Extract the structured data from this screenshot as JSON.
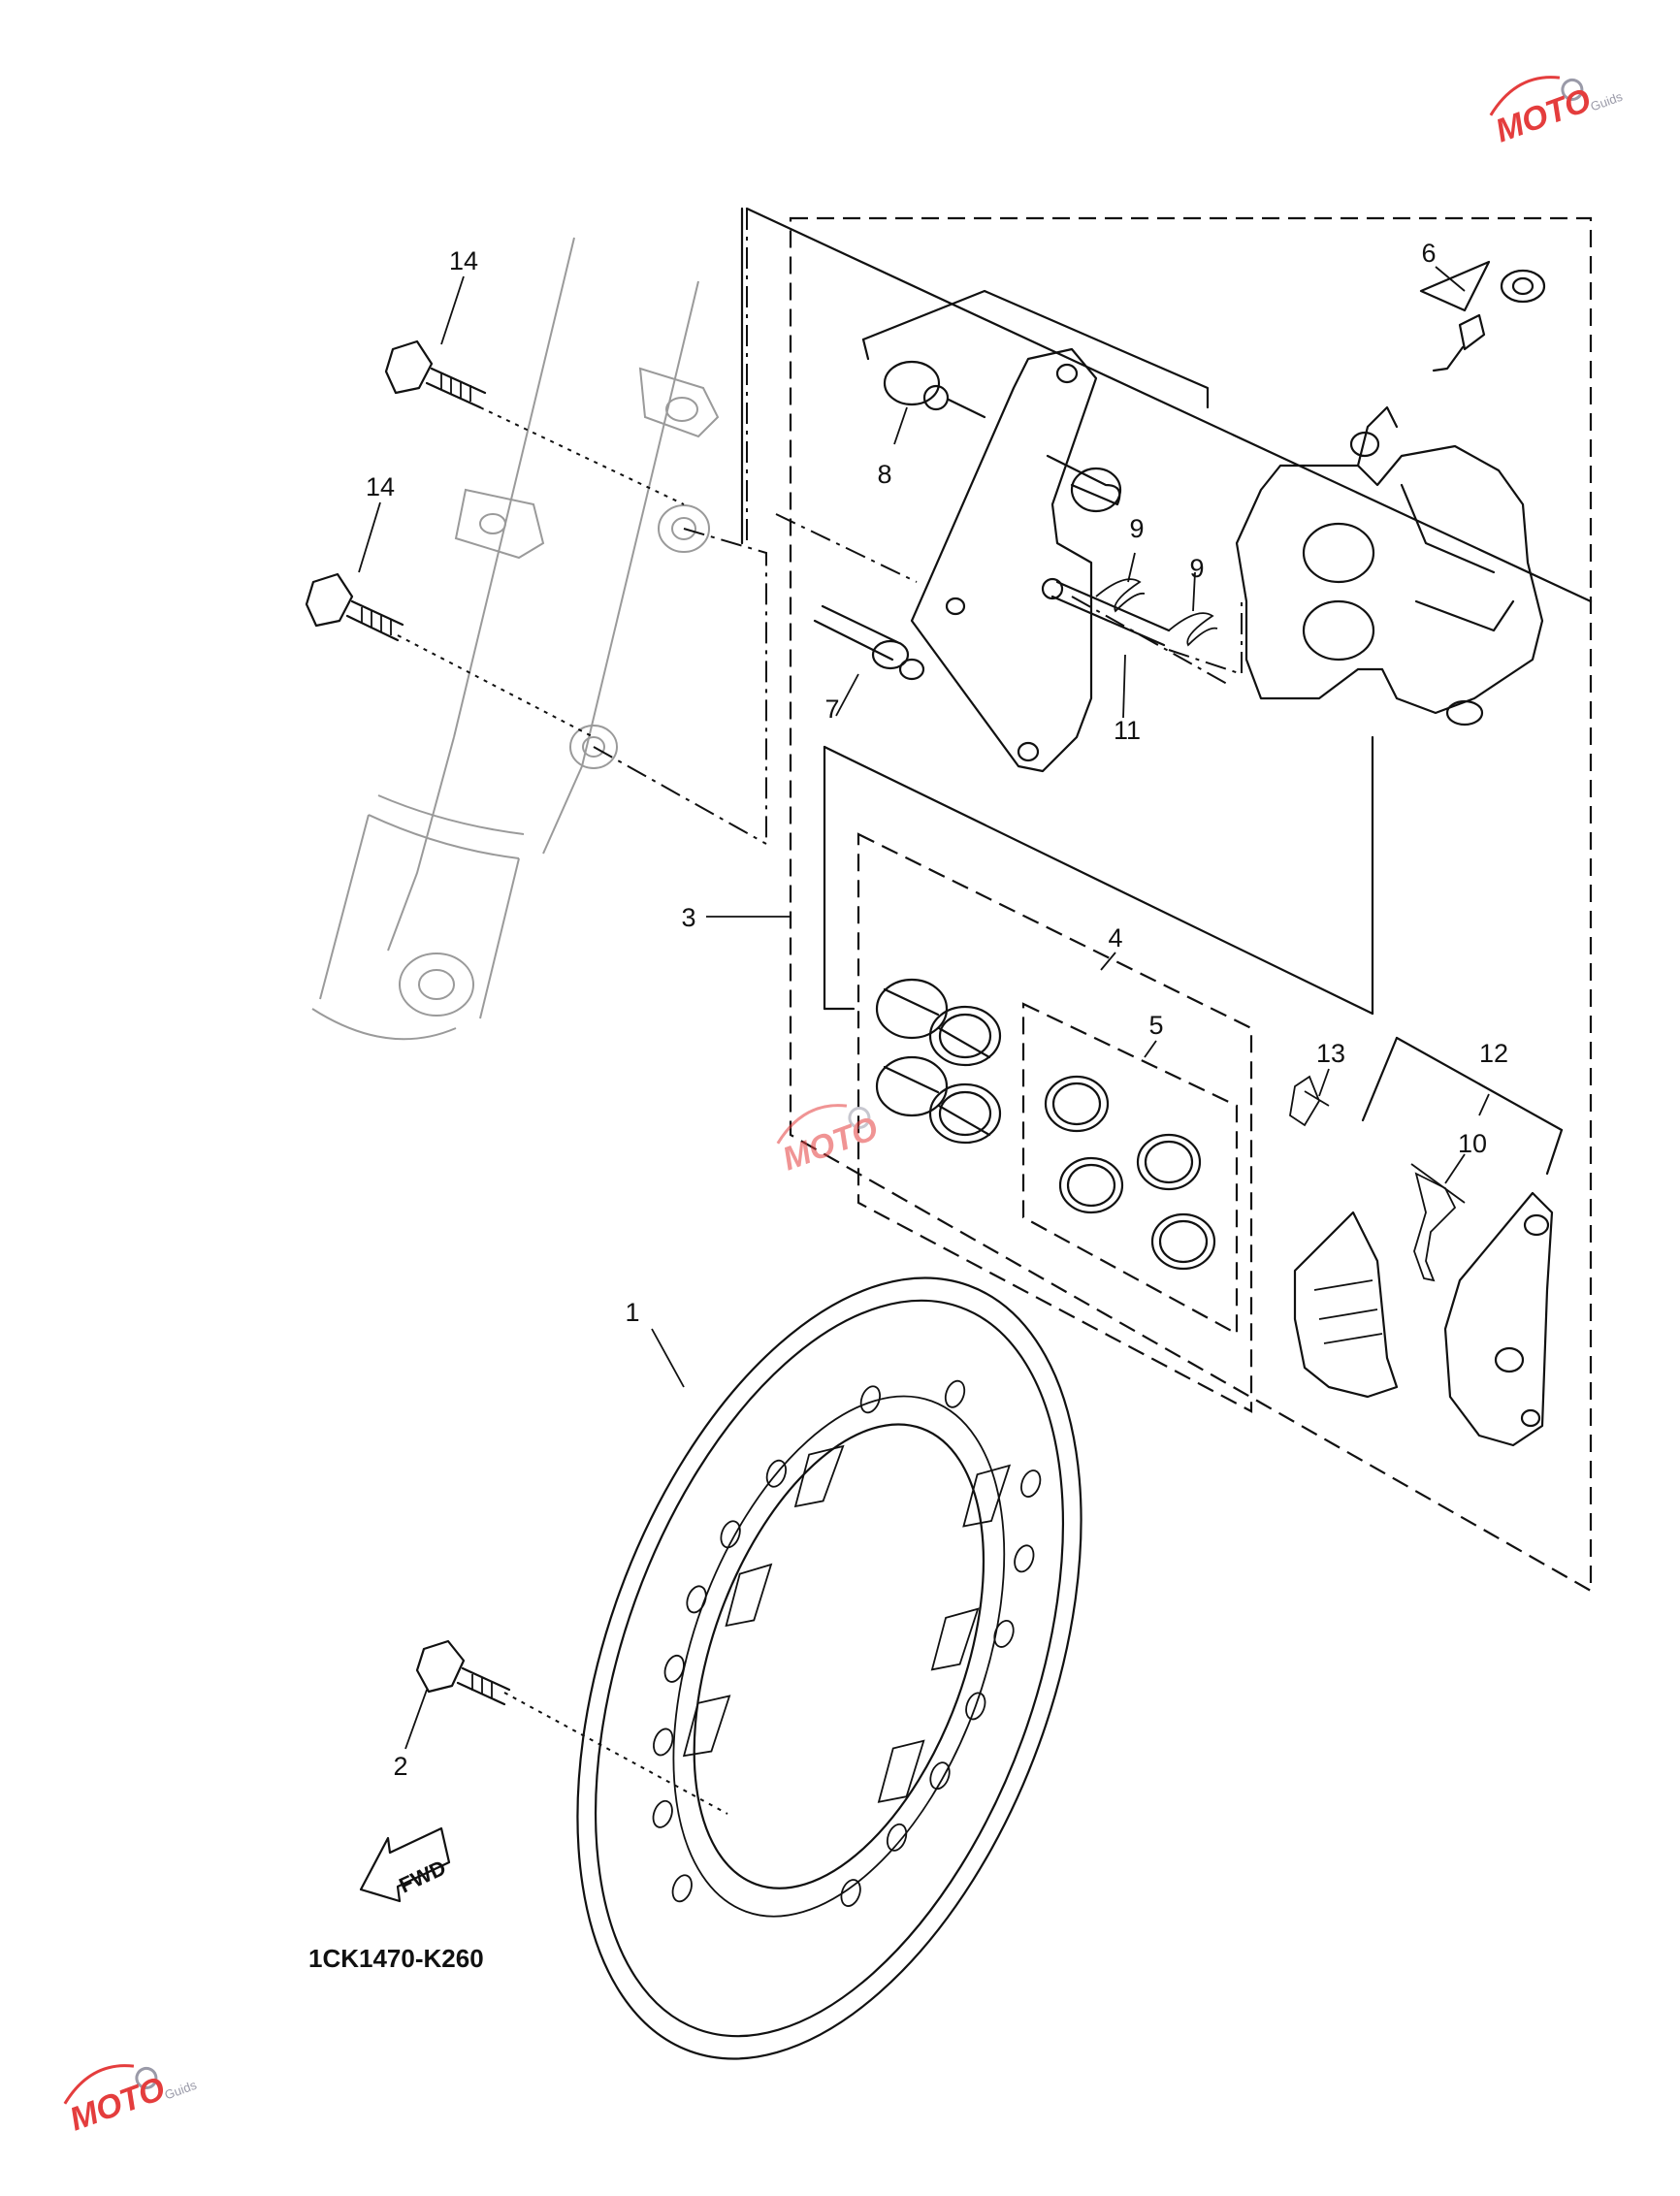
{
  "diagram_code": "1CK1470-K260",
  "fwd_label": "FWD",
  "watermark": {
    "brand": "MOTO",
    "tagline": "Guids"
  },
  "callouts": {
    "c1": "1",
    "c2": "2",
    "c3": "3",
    "c4": "4",
    "c5": "5",
    "c6": "6",
    "c7": "7",
    "c8": "8",
    "c9a": "9",
    "c9b": "9",
    "c10": "10",
    "c11": "11",
    "c12": "12",
    "c13": "13",
    "c14a": "14",
    "c14b": "14"
  }
}
